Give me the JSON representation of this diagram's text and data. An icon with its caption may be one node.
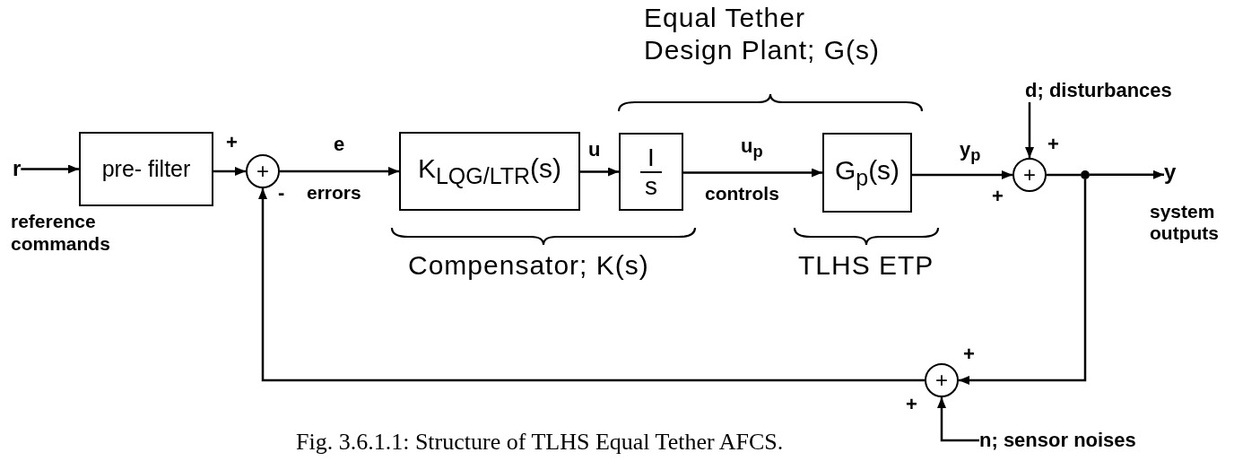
{
  "diagram": {
    "caption": "Fig. 3.6.1.1: Structure of TLHS Equal Tether AFCS.",
    "nodes": [
      {
        "text": [
          "r"
        ]
      },
      {
        "text": [
          "pre- filter"
        ]
      },
      {
        "text": [
          "+"
        ],
        "beside": [
          "+",
          "-"
        ]
      },
      {
        "text": [
          "K$_{LQG/LTR}$(s)"
        ]
      },
      {
        "text": [
          "I",
          "s"
        ]
      },
      {
        "text": [
          "G$_{p}$(s)"
        ]
      },
      {
        "text": [
          "+"
        ],
        "beside": [
          "+",
          "+"
        ]
      },
      {
        "text": [
          "d; disturbances"
        ]
      },
      {
        "text": [],
        "shape": "circle"
      },
      {
        "text": [
          "y"
        ],
        "beside": [
          "system outputs"
        ]
      },
      {
        "text": [
          "+"
        ],
        "beside": [
          "+",
          "+"
        ]
      },
      {
        "text": [
          "n; sensor noises"
        ]
      }
    ],
    "edges": [
      {
        "from": 0,
        "to": 1,
        "arrow": "to"
      },
      {
        "from": 1,
        "to": 2,
        "arrow": "to"
      },
      {
        "from": 2,
        "to": 3,
        "arrow": "to",
        "label": "e"
      },
      {
        "from": 3,
        "to": 4,
        "arrow": "to",
        "label": "u"
      },
      {
        "from": 4,
        "to": 5,
        "arrow": "to",
        "label": "u$_{p}$"
      },
      {
        "from": 5,
        "to": 6,
        "arrow": "to",
        "label": "y$_{p}$"
      },
      {
        "from": 7,
        "to": 6,
        "arrow": "to"
      },
      {
        "from": 6,
        "to": 8,
        "arrow": "none"
      },
      {
        "from": 8,
        "to": 9,
        "arrow": "to"
      },
      {
        "from": 8,
        "to": 10,
        "arrow": "to"
      },
      {
        "from": 11,
        "to": 10,
        "arrow": "to"
      },
      {
        "from": 10,
        "to": 2,
        "arrow": "to"
      }
    ],
    "labels": [
      "Equal Tether Design Plant; G(s)",
      "reference commands",
      "errors",
      "controls",
      "Compensator; K(s)",
      "TLHS ETP"
    ]
  }
}
